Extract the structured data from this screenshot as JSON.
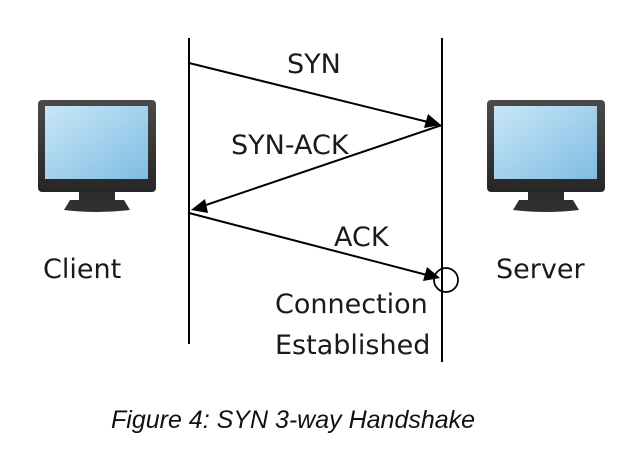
{
  "diagram": {
    "messages": {
      "syn": "SYN",
      "syn_ack": "SYN-ACK",
      "ack": "ACK"
    },
    "client_label": "Client",
    "server_label": "Server",
    "connection_line1": "Connection",
    "connection_line2": "Established"
  },
  "caption": "Figure 4: SYN 3-way Handshake",
  "icons": {
    "client": "computer-monitor-icon",
    "server": "computer-monitor-icon",
    "established_marker": "circle-marker-icon"
  },
  "colors": {
    "screen": "#9fd0ee",
    "monitor": "#3a3a3a",
    "line": "#000000",
    "text": "#1a1a1a"
  }
}
